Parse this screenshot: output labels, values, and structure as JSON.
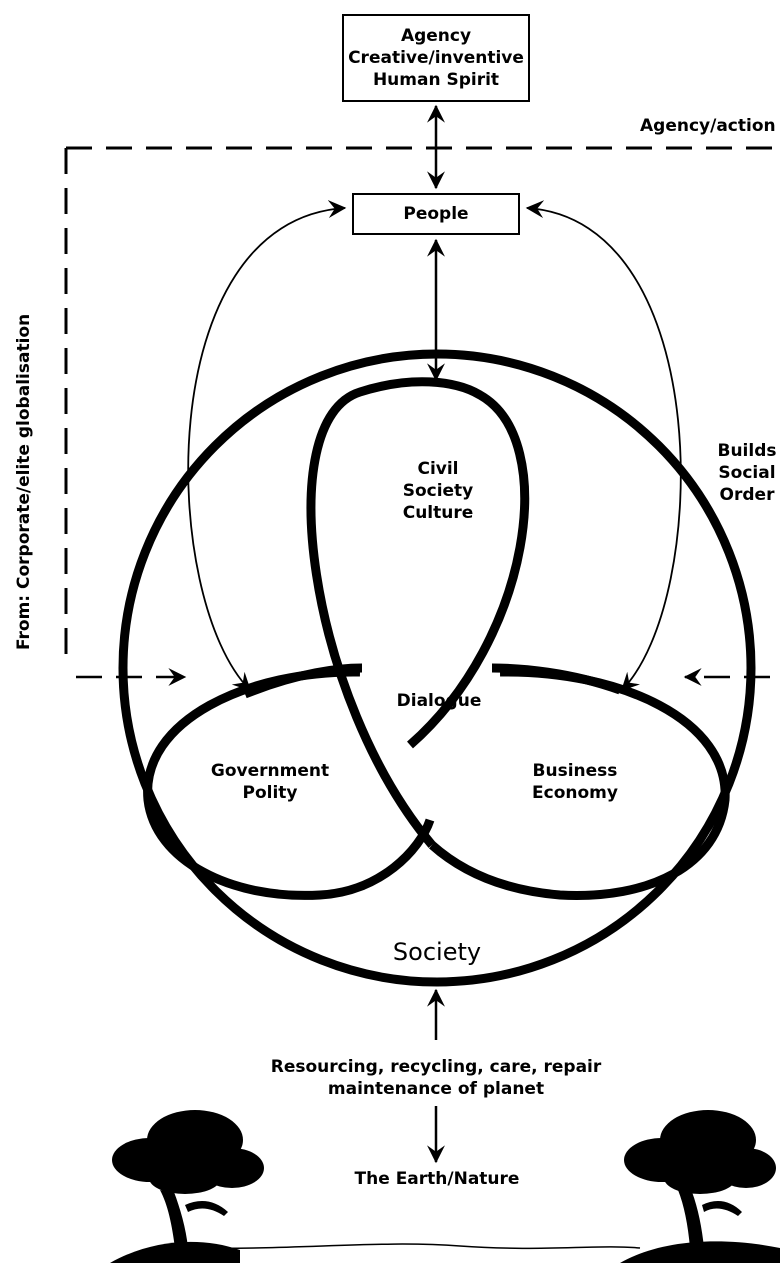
{
  "top_box": {
    "lines": [
      "Agency",
      "Creative/inventive",
      "Human Spirit"
    ]
  },
  "people_box": {
    "label": "People"
  },
  "agency_action": "Agency/action",
  "left_vertical": "From: Corporate/elite globalisation",
  "right_label": {
    "lines": [
      "Builds",
      "Social",
      "Order"
    ]
  },
  "circles": {
    "civil": {
      "lines": [
        "Civil",
        "Society",
        "Culture"
      ]
    },
    "government": {
      "lines": [
        "Government",
        "Polity"
      ]
    },
    "business": {
      "lines": [
        "Business",
        "Economy"
      ]
    },
    "dialogue": "Dialogue",
    "society": "Society"
  },
  "bottom": {
    "resourcing": [
      "Resourcing, recycling, care, repair",
      "maintenance of planet"
    ],
    "earth": "The Earth/Nature"
  }
}
